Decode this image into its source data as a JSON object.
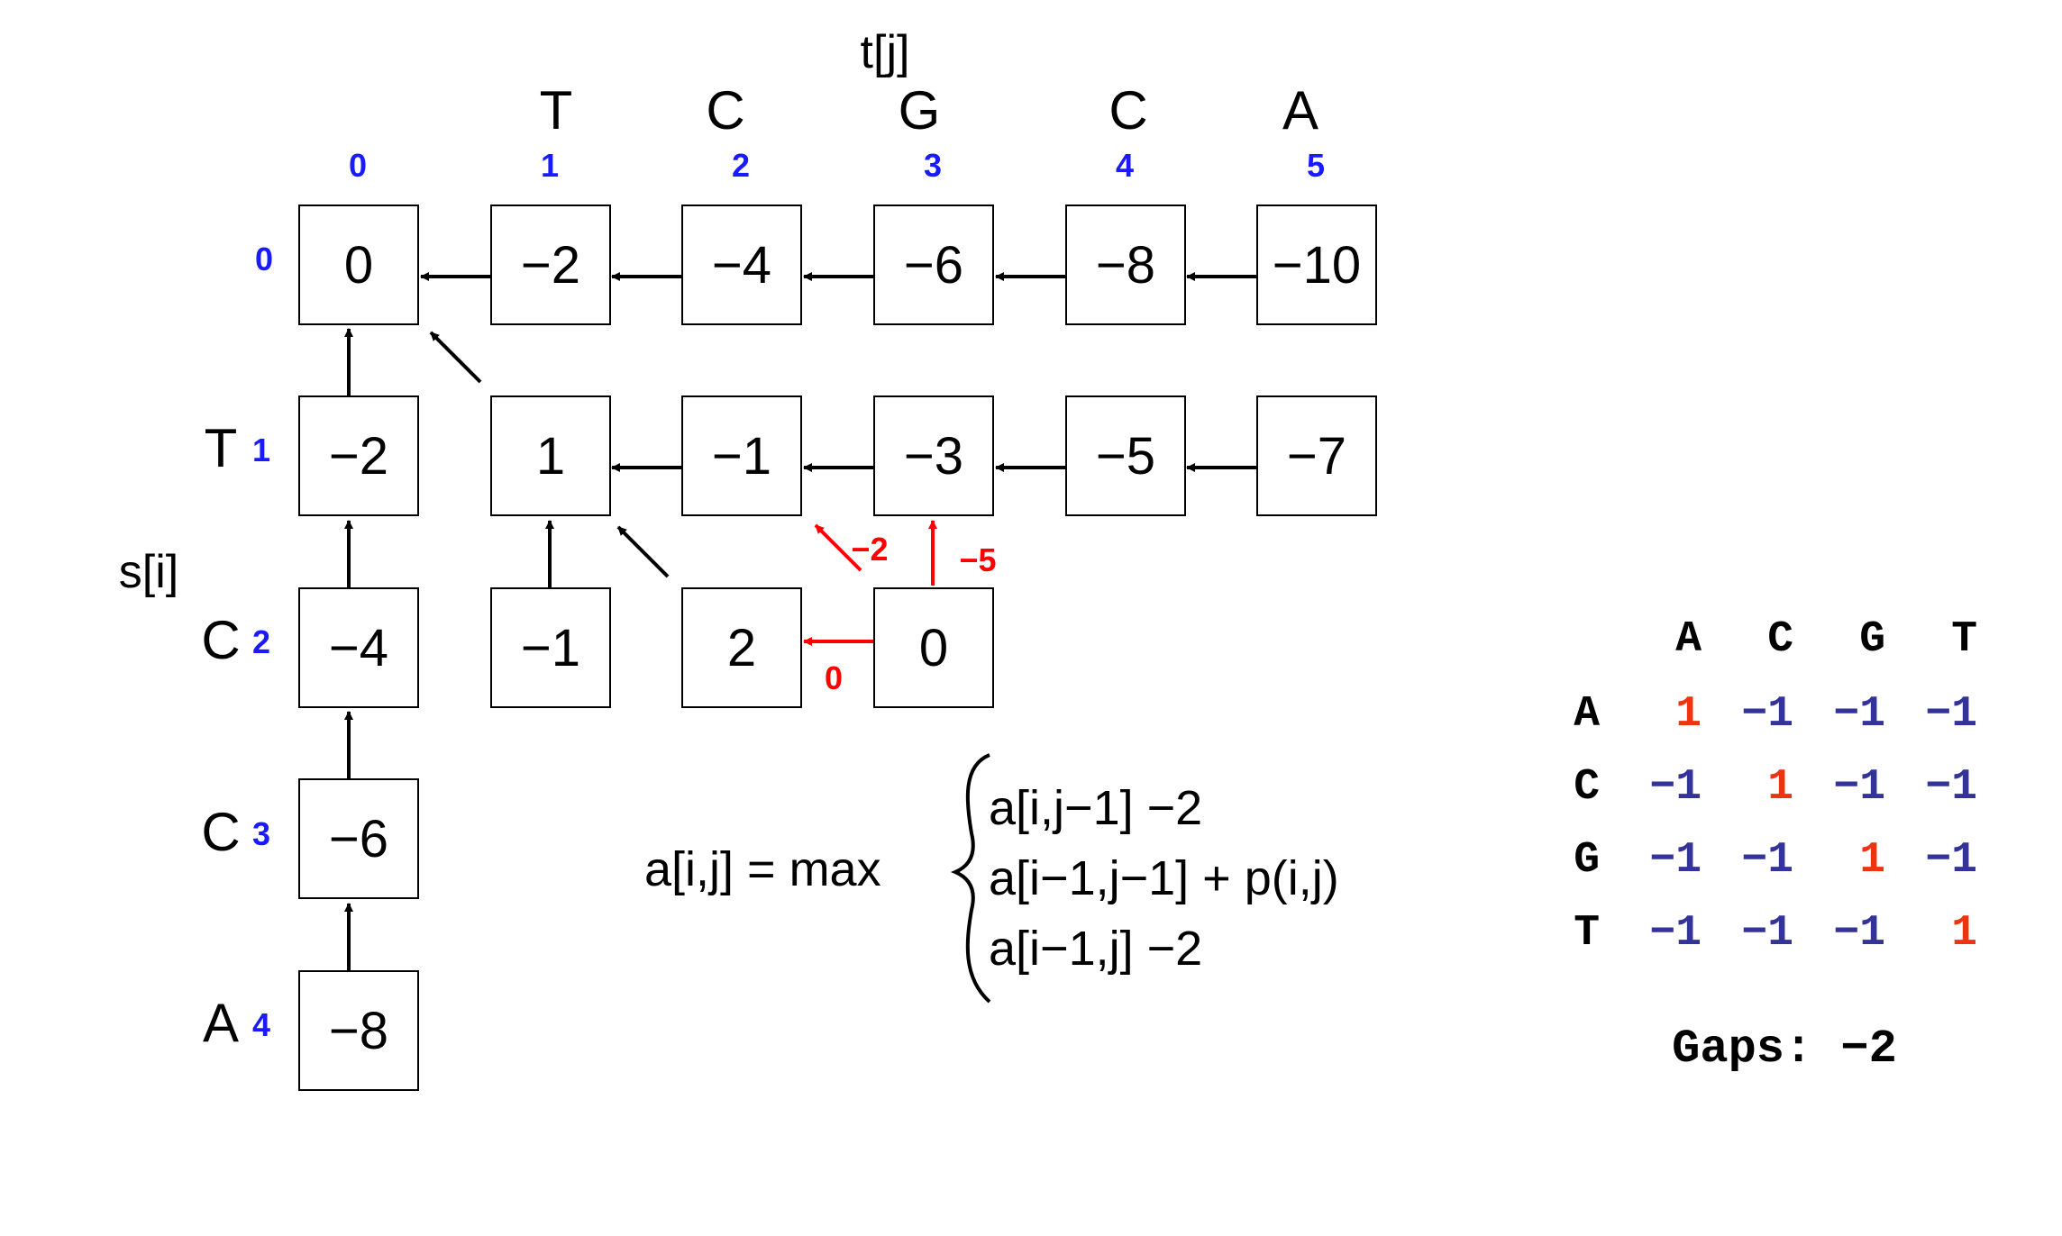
{
  "axis": {
    "top_label": "t[j]",
    "left_label": "s[i]"
  },
  "top_sequence": [
    "T",
    "C",
    "G",
    "C",
    "A"
  ],
  "left_sequence": [
    "T",
    "C",
    "C",
    "A"
  ],
  "col_indices": [
    "0",
    "1",
    "2",
    "3",
    "4",
    "5"
  ],
  "row_indices": [
    "0",
    "1",
    "2",
    "3",
    "4"
  ],
  "cells": [
    [
      "0",
      "−2",
      "−4",
      "−6",
      "−8",
      "−10"
    ],
    [
      "−2",
      "1",
      "−1",
      "−3",
      "−5",
      "−7"
    ],
    [
      "−4",
      "−1",
      "2",
      "0",
      null,
      null
    ],
    [
      "−6",
      null,
      null,
      null,
      null,
      null
    ],
    [
      "−8",
      null,
      null,
      null,
      null,
      null
    ]
  ],
  "candidate_labels": {
    "diag": "−2",
    "up": "−5",
    "left": "0"
  },
  "formula": {
    "lhs": "a[i,j] = max",
    "cases": [
      "a[i,j−1] −2",
      "a[i−1,j−1] + p(i,j)",
      "a[i−1,j] −2"
    ]
  },
  "score_matrix": {
    "headers": [
      "A",
      "C",
      "G",
      "T"
    ],
    "rows": [
      {
        "label": "A",
        "values": [
          "1",
          "−1",
          "−1",
          "−1"
        ]
      },
      {
        "label": "C",
        "values": [
          "−1",
          "1",
          "−1",
          "−1"
        ]
      },
      {
        "label": "G",
        "values": [
          "−1",
          "−1",
          "1",
          "−1"
        ]
      },
      {
        "label": "T",
        "values": [
          "−1",
          "−1",
          "−1",
          "1"
        ]
      }
    ]
  },
  "gaps_label": "Gaps: −2",
  "colors": {
    "index": "#1a1aff",
    "highlight": "#ff0000",
    "match": "#ee3311",
    "mismatch": "#333399",
    "ink": "#000000"
  }
}
